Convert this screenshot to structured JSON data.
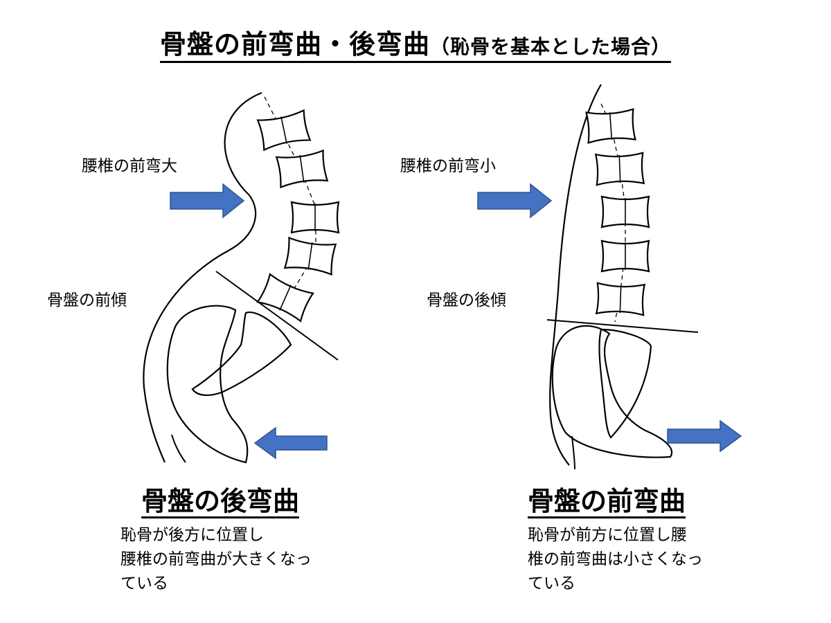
{
  "title": {
    "main": "骨盤の前弯曲・後弯曲",
    "sub": "（恥骨を基本とした場合）"
  },
  "colors": {
    "arrow": "#4472C4",
    "arrow_edge": "#2F528F",
    "line": "#000000"
  },
  "left_panel": {
    "lumbar_label": "腰椎の前弯大",
    "pelvis_label": "骨盤の前傾",
    "heading": "骨盤の後弯曲",
    "description": [
      "恥骨が後方に位置し",
      "腰椎の前弯曲が大きくなっ",
      "ている"
    ]
  },
  "right_panel": {
    "lumbar_label": "腰椎の前弯小",
    "pelvis_label": "骨盤の後傾",
    "heading": "骨盤の前弯曲",
    "description": [
      "恥骨が前方に位置し腰",
      "椎の前弯曲は小さくなっ",
      "ている"
    ]
  }
}
